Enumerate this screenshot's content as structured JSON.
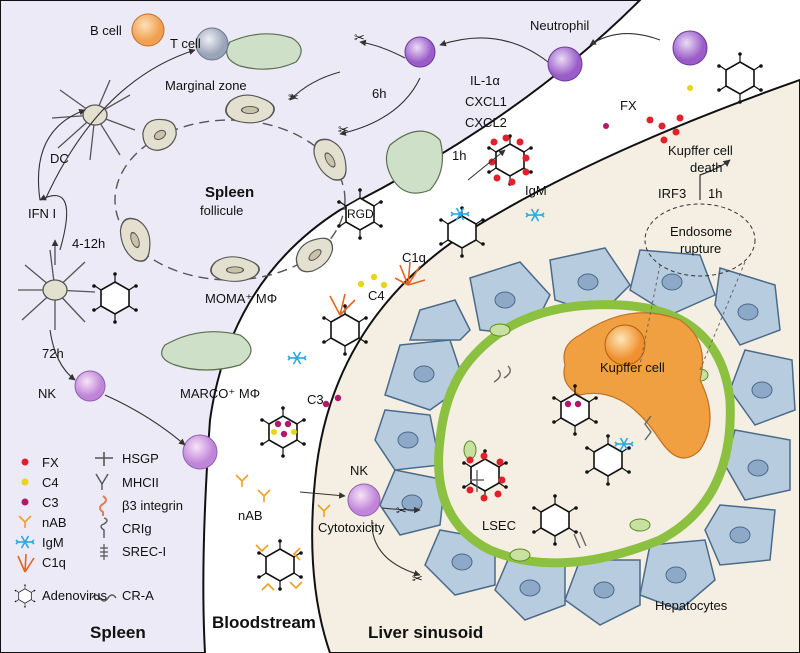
{
  "regions": {
    "spleen": "Spleen",
    "bloodstream": "Bloodstream",
    "liver": "Liver sinusoid"
  },
  "spleen_labels": {
    "b_cell": "B cell",
    "t_cell": "T cell",
    "marginal_zone": "Marginal zone",
    "dc": "DC",
    "ifn": "IFN I",
    "t_4_12h": "4-12h",
    "t_72h": "72h",
    "nk": "NK",
    "follicle_title": "Spleen",
    "follicle_sub": "follicule",
    "moma": "MOMA⁺ MΦ",
    "marco": "MARCO⁺ MΦ",
    "rgd": "RGD",
    "t_6h": "6h",
    "t_1h": "1h"
  },
  "blood_labels": {
    "neutrophil": "Neutrophil",
    "il1a": "IL-1α",
    "cxcl1": "CXCL1",
    "cxcl2": "CXCL2",
    "fx": "FX",
    "igm": "IgM",
    "c1q": "C1q",
    "c4": "C4",
    "c3": "C3",
    "nab": "nAB",
    "nk": "NK",
    "cytotoxicity": "Cytotoxicity"
  },
  "liver_labels": {
    "kupffer_death_1": "Kupffer cell",
    "kupffer_death_2": "death",
    "irf3": "IRF3",
    "t_1h": "1h",
    "endosome_1": "Endosome",
    "endosome_2": "rupture",
    "kupffer": "Kupffer cell",
    "lsec": "LSEC",
    "hepatocytes": "Hepatocytes"
  },
  "legend_left": [
    "FX",
    "C4",
    "C3",
    "nAB",
    "IgM",
    "C1q",
    "Adenovirus"
  ],
  "legend_right": [
    "HSGP",
    "MHCII",
    "β3 integrin",
    "CRIg",
    "SREC-I",
    "CR-A"
  ],
  "colors": {
    "fx": "#e0202a",
    "c4": "#e8d41c",
    "c3": "#b0186a",
    "nab": "#f0a020",
    "igm": "#2aa8e0",
    "c1q": "#e8641c",
    "spleen_bg": "#eceaf6",
    "liver_bg": "#f4efe2",
    "hepatocyte": "#b8cce0",
    "kupffer": "#f0a040",
    "lsec": "#8cc040"
  }
}
